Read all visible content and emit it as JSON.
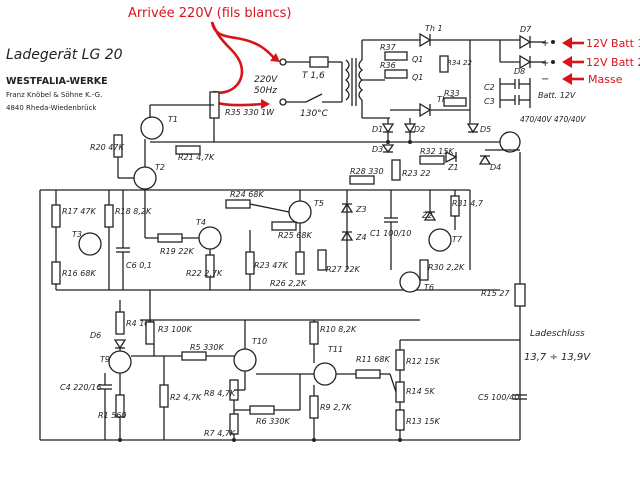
{
  "annotations": {
    "mains_input": "Arrivée 220V (fils blancs)",
    "batt1": "12V Batt 1",
    "batt2": "12V Batt 2",
    "ground": "Masse"
  },
  "header": {
    "model": "Ladegerät LG 20",
    "maker": "WESTFALIA-WERKE",
    "company": "Franz Knöbel & Söhne K.-G.",
    "address": "4840 Rheda-Wiedenbrück"
  },
  "mains": {
    "voltage": "220V",
    "freq": "50Hz",
    "fuse": "T 1,6",
    "thermal": "130°C"
  },
  "labels": {
    "ladeschluss": "Ladeschluss",
    "range": "13,7 ÷ 13,9V",
    "batt_voltage": "Batt. 12V",
    "caps": "470/40V 470/40V",
    "plus1": "+",
    "plus2": "+",
    "minus": "−"
  },
  "components": [
    {
      "id": "th1",
      "label": "Th 1"
    },
    {
      "id": "th2",
      "label": "Th 2"
    },
    {
      "id": "d7",
      "label": "D7"
    },
    {
      "id": "d8",
      "label": "D8"
    },
    {
      "id": "r37",
      "label": "R37"
    },
    {
      "id": "r36",
      "label": "R36"
    },
    {
      "id": "r34",
      "label": "R34 22"
    },
    {
      "id": "r33",
      "label": "R33"
    },
    {
      "id": "q1a",
      "label": "Q1"
    },
    {
      "id": "q1b",
      "label": "Q1"
    },
    {
      "id": "c2",
      "label": "C2"
    },
    {
      "id": "c3",
      "label": "C3"
    },
    {
      "id": "d1",
      "label": "D1"
    },
    {
      "id": "d2",
      "label": "D2"
    },
    {
      "id": "d3",
      "label": "D3"
    },
    {
      "id": "d5",
      "label": "D5"
    },
    {
      "id": "d4",
      "label": "D4"
    },
    {
      "id": "z1",
      "label": "Z1"
    },
    {
      "id": "r35",
      "label": "R35 330 1W"
    },
    {
      "id": "t1",
      "label": "T1"
    },
    {
      "id": "r21",
      "label": "R21 4,7K"
    },
    {
      "id": "r20",
      "label": "R20 47K"
    },
    {
      "id": "t2",
      "label": "T2"
    },
    {
      "id": "r32",
      "label": "R32 15K"
    },
    {
      "id": "r23",
      "label": "R23 22"
    },
    {
      "id": "r28",
      "label": "R28 330"
    },
    {
      "id": "r24",
      "label": "R24 68K"
    },
    {
      "id": "t5",
      "label": "T5"
    },
    {
      "id": "t4",
      "label": "T4"
    },
    {
      "id": "z3",
      "label": "Z3"
    },
    {
      "id": "z4",
      "label": "Z4"
    },
    {
      "id": "z2",
      "label": "Z2"
    },
    {
      "id": "r31",
      "label": "R31 4,7"
    },
    {
      "id": "c1",
      "label": "C1 100/10"
    },
    {
      "id": "t7",
      "label": "T7"
    },
    {
      "id": "r17",
      "label": "R17 47K"
    },
    {
      "id": "r18",
      "label": "R18 8,2K"
    },
    {
      "id": "t3",
      "label": "T3"
    },
    {
      "id": "c6",
      "label": "C6 0,1"
    },
    {
      "id": "r16",
      "label": "R16 68K"
    },
    {
      "id": "r19",
      "label": "R19 22K"
    },
    {
      "id": "r22",
      "label": "R22 2,7K"
    },
    {
      "id": "r25",
      "label": "R25 68K"
    },
    {
      "id": "r23b",
      "label": "R23 47K"
    },
    {
      "id": "r26",
      "label": "R26 2,2K"
    },
    {
      "id": "r27",
      "label": "R27 22K"
    },
    {
      "id": "r30",
      "label": "R30 2,2K"
    },
    {
      "id": "t6",
      "label": "T6"
    },
    {
      "id": "r15",
      "label": "R15 27"
    },
    {
      "id": "r4",
      "label": "R4 10K"
    },
    {
      "id": "d6",
      "label": "D6"
    },
    {
      "id": "r3",
      "label": "R3 100K"
    },
    {
      "id": "r5",
      "label": "R5 330K"
    },
    {
      "id": "t10",
      "label": "T10"
    },
    {
      "id": "r10",
      "label": "R10 8,2K"
    },
    {
      "id": "t11",
      "label": "T11"
    },
    {
      "id": "t9",
      "label": "T9"
    },
    {
      "id": "c4",
      "label": "C4 220/16"
    },
    {
      "id": "r1",
      "label": "R1 560"
    },
    {
      "id": "r2",
      "label": "R2 4,7K"
    },
    {
      "id": "r8",
      "label": "R8 4,7K"
    },
    {
      "id": "r6",
      "label": "R6 330K"
    },
    {
      "id": "r7",
      "label": "R7 4,7K"
    },
    {
      "id": "r9",
      "label": "R9 2,7K"
    },
    {
      "id": "r11",
      "label": "R11 68K"
    },
    {
      "id": "r12",
      "label": "R12 15K"
    },
    {
      "id": "r14",
      "label": "R14 5K"
    },
    {
      "id": "r13",
      "label": "R13 15K"
    },
    {
      "id": "c5",
      "label": "C5 100/40"
    }
  ]
}
